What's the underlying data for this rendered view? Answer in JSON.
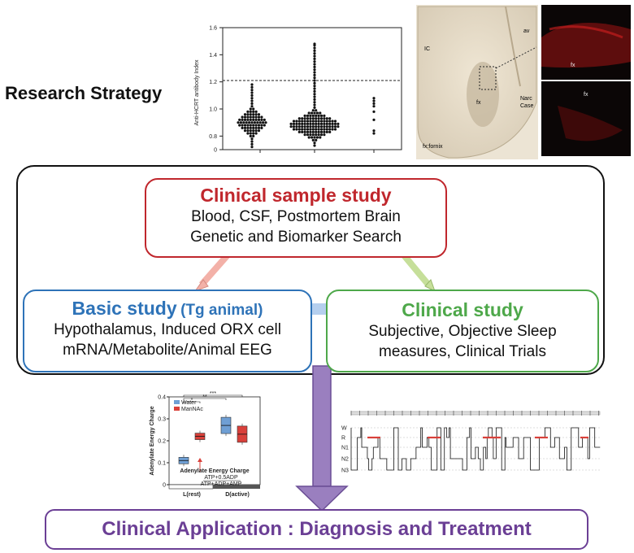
{
  "section_title": "Research Strategy",
  "colors": {
    "clinical_sample": "#c0272d",
    "basic": "#2e73b8",
    "clinical_study": "#4ea84a",
    "application": "#6b3f95",
    "arrow_pink": "#f3b1a8",
    "arrow_green": "#c6df9a",
    "arrow_blue": "#b5cfee",
    "arrow_purple": "#9a7fbf"
  },
  "boxes": {
    "clinical_sample": {
      "title": "Clinical sample study",
      "line1": "Blood, CSF, Postmortem Brain",
      "line2": "Genetic and Biomarker Search"
    },
    "basic": {
      "title": "Basic study",
      "subtitle": "(Tg animal)",
      "line1": "Hypothalamus, Induced ORX cell",
      "line2": "mRNA/Metabolite/Animal EEG"
    },
    "clinical_study": {
      "title": "Clinical study",
      "line1": "Subjective, Objective Sleep",
      "line2": "measures, Clinical Trials"
    },
    "application": {
      "title": "Clinical Application : Diagnosis and Treatment"
    }
  },
  "histology": {
    "labels": [
      "IC",
      "av",
      "fx",
      "Narc",
      "Case",
      "fx:fornix"
    ],
    "panel_labels": [
      "fx",
      "fx"
    ]
  },
  "hypnogram": {
    "stage_labels": [
      "W",
      "R",
      "N1",
      "N2",
      "N3"
    ]
  },
  "chart_data": [
    {
      "type": "scatter",
      "title": "",
      "ylabel": "Anti-HCRT antibody Index",
      "xlabel": "",
      "yticks": [
        "0",
        "0.8",
        "1.0",
        "1.2",
        "1.4",
        "1.6"
      ],
      "ylim": [
        0.7,
        1.6
      ],
      "threshold": 1.21,
      "series": [
        {
          "center": 0.9,
          "min": 0.72,
          "max": 1.18,
          "count": 150
        },
        {
          "center": 0.88,
          "min": 0.73,
          "max": 1.48,
          "count": 200
        },
        {
          "center": 0.9,
          "min": 0.82,
          "max": 1.15,
          "count": 9
        }
      ],
      "grid": false
    },
    {
      "type": "bar",
      "title": "Adenylate Energy Charge",
      "ylabel": "Adenylate Energy Charge",
      "formula_numerator": "ATP+0.5ADP",
      "formula_denominator": "ATP+ADP+AMP",
      "categories": [
        "L(rest)",
        "D(active)"
      ],
      "legend": [
        "Water",
        "ManNAc"
      ],
      "significance": [
        "*",
        "**",
        "***"
      ],
      "yticks": [
        "0",
        "0.1",
        "0.2",
        "0.3",
        "0.4"
      ],
      "ylim": [
        0,
        0.4
      ],
      "series": [
        {
          "name": "Water",
          "values": [
            0.11,
            0.27
          ]
        },
        {
          "name": "ManNAc",
          "values": [
            0.22,
            0.23
          ]
        }
      ]
    }
  ]
}
